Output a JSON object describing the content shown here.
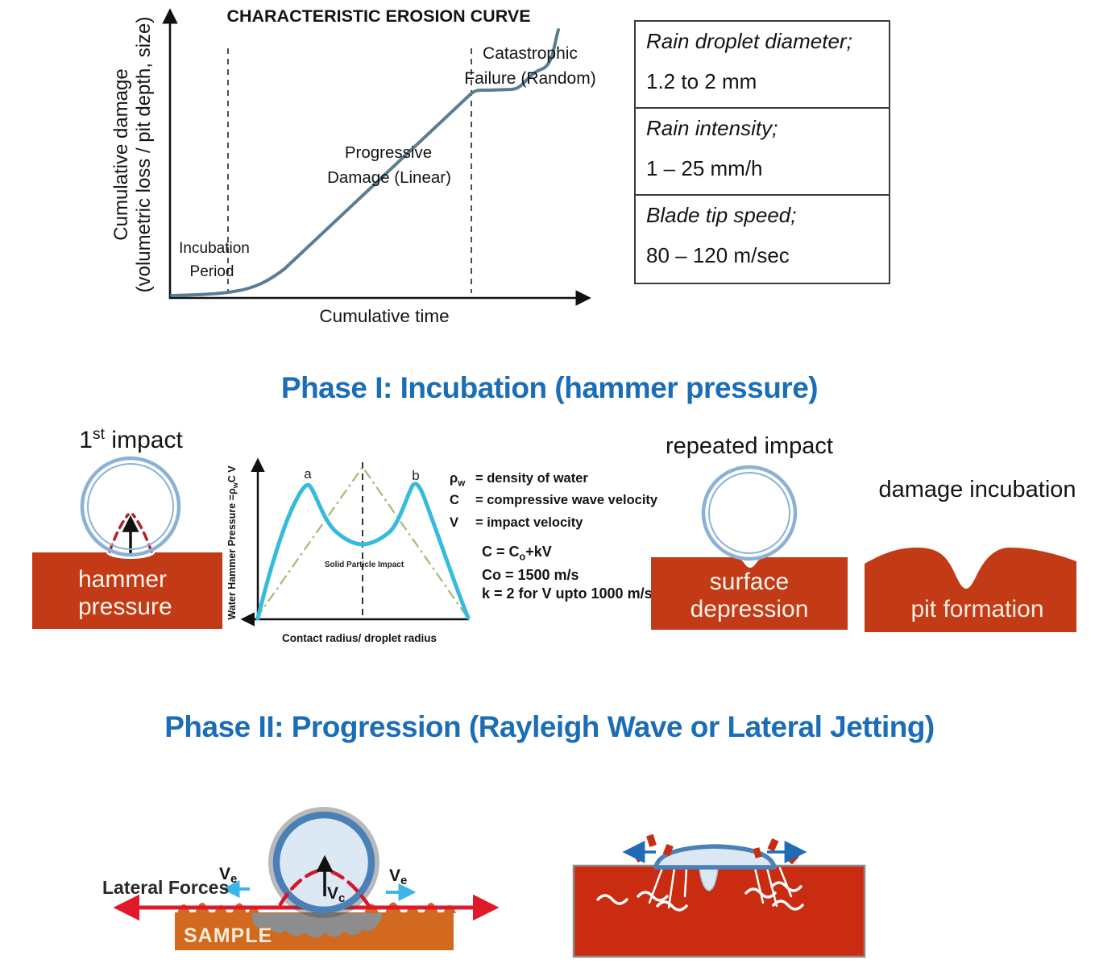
{
  "erosion_chart": {
    "title": "CHARACTERISTIC EROSION CURVE",
    "y_label_line1": "Cumulative damage",
    "y_label_line2": "(volumetric loss / pit depth, size)",
    "x_label": "Cumulative time",
    "incubation_line1": "Incubation",
    "incubation_line2": "Period",
    "progressive_line1": "Progressive",
    "progressive_line2": "Damage (Linear)",
    "catastrophic_line1": "Catastrophic",
    "catastrophic_line2": "Failure (Random)"
  },
  "conditions_table": {
    "rows": [
      {
        "label": "Rain droplet diameter;",
        "value": "1.2 to 2 mm"
      },
      {
        "label": "Rain intensity;",
        "value": "1 – 25 mm/h"
      },
      {
        "label": "Blade tip speed;",
        "value": "80 – 120 m/sec"
      }
    ]
  },
  "phase1": {
    "heading": "Phase I: Incubation (hammer pressure)",
    "first_impact": {
      "num": "1",
      "sup": "st",
      "rest": "impact"
    },
    "hammer_pressure_line1": "hammer",
    "hammer_pressure_line2": "pressure",
    "plot": {
      "y_label_main": "Water Hammer Pressure =ρ",
      "y_label_sub": "w",
      "y_label_tail": "C V",
      "x_label": "Contact radius/ droplet radius",
      "peak_a": "a",
      "peak_b": "b",
      "center_label": "Solid Particle Impact"
    },
    "definitions": [
      {
        "sym": "ρ",
        "sub": "w",
        "rest": "= density of water"
      },
      {
        "sym": "C",
        "sub": "",
        "rest": "= compressive wave velocity"
      },
      {
        "sym": "V",
        "sub": "",
        "rest": "= impact velocity"
      }
    ],
    "equations": {
      "eq1_pre": "C = C",
      "eq1_sub": "o",
      "eq1_post": "+kV",
      "eq2": "Co = 1500 m/s",
      "eq3": "k = 2 for V upto 1000 m/s"
    },
    "repeated_impact_label": "repeated impact",
    "surface_depression_line1": "surface",
    "surface_depression_line2": "depression",
    "damage_incubation_label": "damage incubation",
    "pit_formation_label": "pit formation"
  },
  "phase2": {
    "heading": "Phase II: Progression (Rayleigh Wave or Lateral Jetting)",
    "lateral_forces_label": "Lateral Forces",
    "sample_label": "SAMPLE",
    "ve": {
      "main": "V",
      "sub": "e"
    },
    "vc": {
      "main": "V",
      "sub": "c"
    }
  },
  "colors": {
    "heading_blue": "#1b6db6",
    "block_red": "#c23a16",
    "substrate_red": "#c92c10",
    "sample_orange": "#d2691e",
    "droplet_ring_blue": "#8ab1d8",
    "droplet_rim_blue": "#4a80b5",
    "droplet_fill": "#dce9f5",
    "erosion_curve_slate": "#5b7d91",
    "hammer_curve_cyan": "#35bbdc",
    "solid_particle_green": "#a4b878",
    "dashed_tent_red": "#b3202a",
    "lateral_arrow_red": "#e01828",
    "ve_arrow_cyan": "#3ab6e8",
    "jet_arrow_blue": "#1f6cb5"
  },
  "chart_data": [
    {
      "type": "line",
      "title": "CHARACTERISTIC EROSION CURVE",
      "xlabel": "Cumulative time",
      "ylabel": "Cumulative damage (volumetric loss / pit depth, size)",
      "axes_quantitative": false,
      "grid": false,
      "legend": false,
      "regions": [
        "Incubation Period",
        "Progressive Damage (Linear)",
        "Catastrophic Failure (Random)"
      ],
      "region_boundaries_x_fraction": [
        0.14,
        0.71
      ],
      "curve_points_fraction": [
        [
          0.0,
          0.005
        ],
        [
          0.1,
          0.01
        ],
        [
          0.15,
          0.03
        ],
        [
          0.2,
          0.07
        ],
        [
          0.26,
          0.16
        ],
        [
          0.45,
          0.45
        ],
        [
          0.7,
          0.76
        ],
        [
          0.75,
          0.77
        ],
        [
          0.79,
          0.85
        ],
        [
          0.82,
          0.88
        ],
        [
          0.85,
          0.92
        ],
        [
          0.87,
          1.0
        ]
      ]
    },
    {
      "type": "line",
      "title": "",
      "xlabel": "Contact radius/ droplet radius",
      "ylabel": "Water Hammer Pressure =ρwC V",
      "axes_quantitative": false,
      "grid": false,
      "legend": false,
      "series": [
        {
          "name": "water droplet impact pressure (peaks a and b)",
          "points_fraction": [
            [
              0.0,
              0.0
            ],
            [
              0.15,
              0.55
            ],
            [
              0.24,
              0.86
            ],
            [
              0.32,
              0.55
            ],
            [
              0.45,
              0.49
            ],
            [
              0.5,
              0.47
            ],
            [
              0.56,
              0.5
            ],
            [
              0.68,
              0.58
            ],
            [
              0.74,
              0.85
            ],
            [
              0.82,
              0.55
            ],
            [
              1.0,
              0.0
            ]
          ]
        },
        {
          "name": "Solid Particle Impact",
          "points_fraction": [
            [
              0.0,
              0.0
            ],
            [
              0.5,
              1.0
            ],
            [
              1.0,
              0.0
            ]
          ]
        }
      ]
    }
  ]
}
